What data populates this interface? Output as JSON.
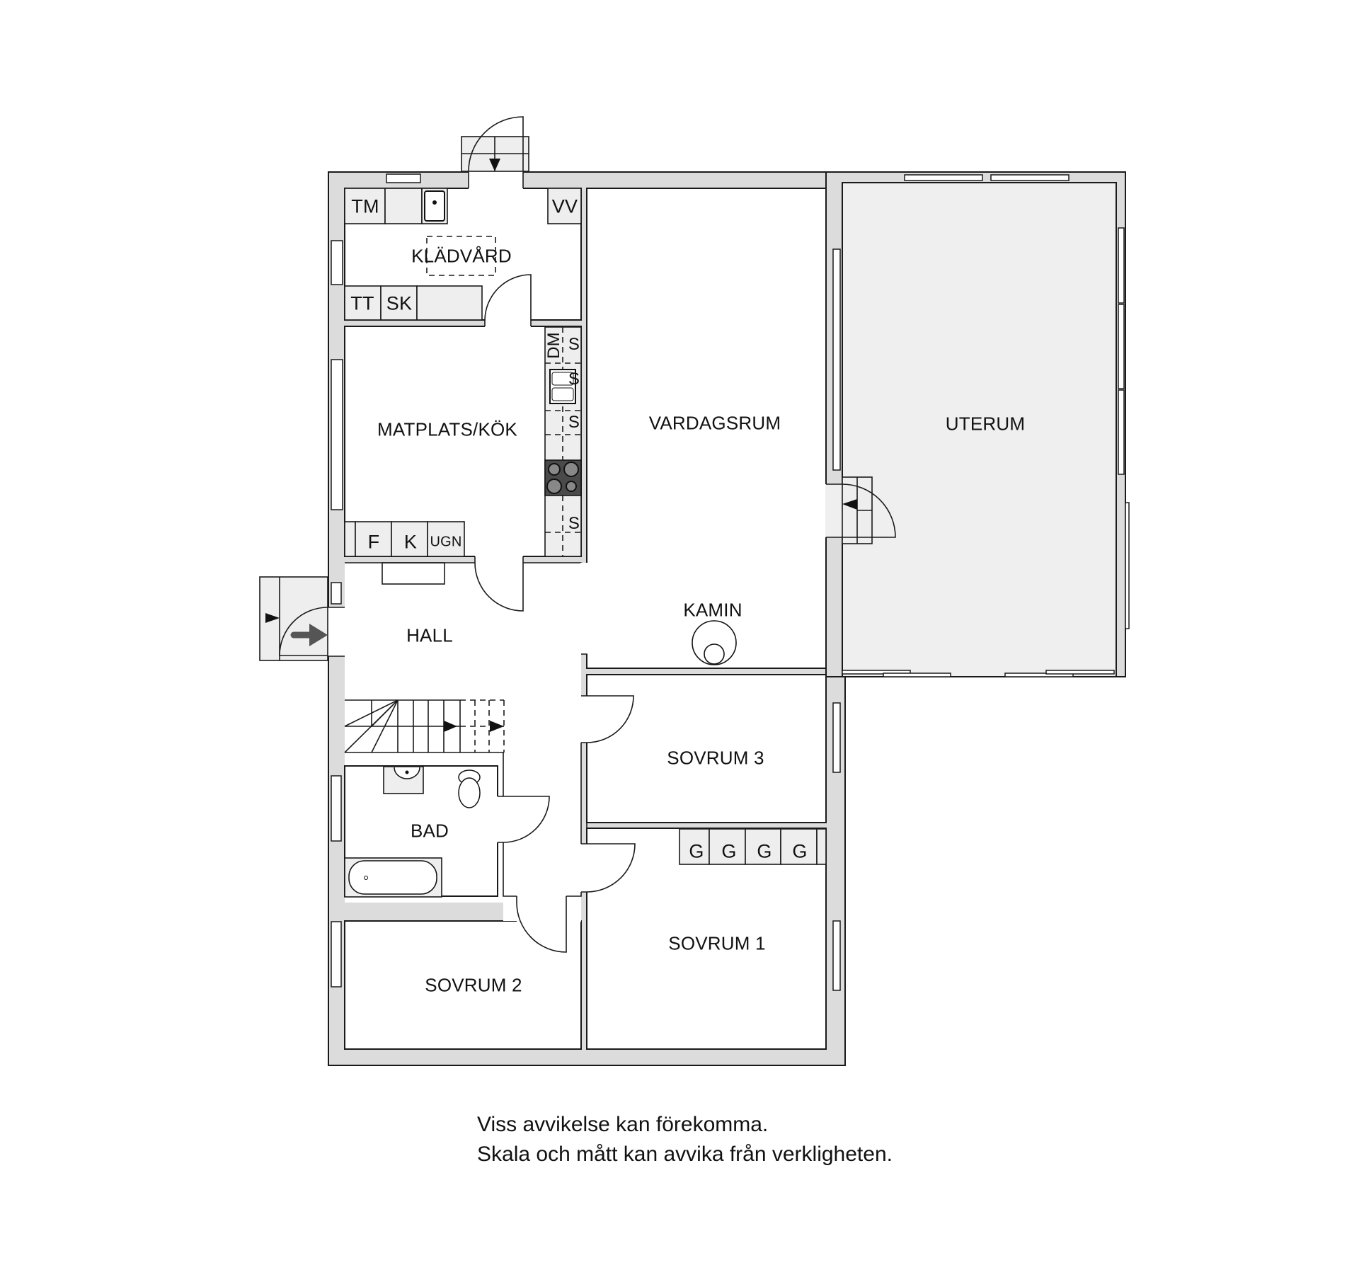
{
  "rooms": {
    "kladvard": "KLÄDVÅRD",
    "matplats_kok": "MATPLATS/KÖK",
    "vardagsrum": "VARDAGSRUM",
    "uterum": "UTERUM",
    "hall": "HALL",
    "kamin": "KAMIN",
    "sovrum3": "SOVRUM 3",
    "bad": "BAD",
    "sovrum1": "SOVRUM 1",
    "sovrum2": "SOVRUM 2"
  },
  "fixtures": {
    "tm": "TM",
    "vv": "VV",
    "tt": "TT",
    "sk": "SK",
    "dm": "DM",
    "s1": "S",
    "s2": "S",
    "s3": "S",
    "s4": "S",
    "f": "F",
    "k": "K",
    "ugn": "UGN",
    "wardrobes": [
      "G",
      "G",
      "G",
      "G"
    ]
  },
  "notes": {
    "line1": "Viss avvikelse kan förekomma.",
    "line2": "Skala och mått kan avvika från verkligheten."
  },
  "colors": {
    "wall_fill": "#dcdcdc",
    "uterum_fill": "#efefef",
    "fixture_fill": "#eeeeee",
    "stove_fill": "#4a4a4a",
    "line": "#1a1a1a"
  }
}
